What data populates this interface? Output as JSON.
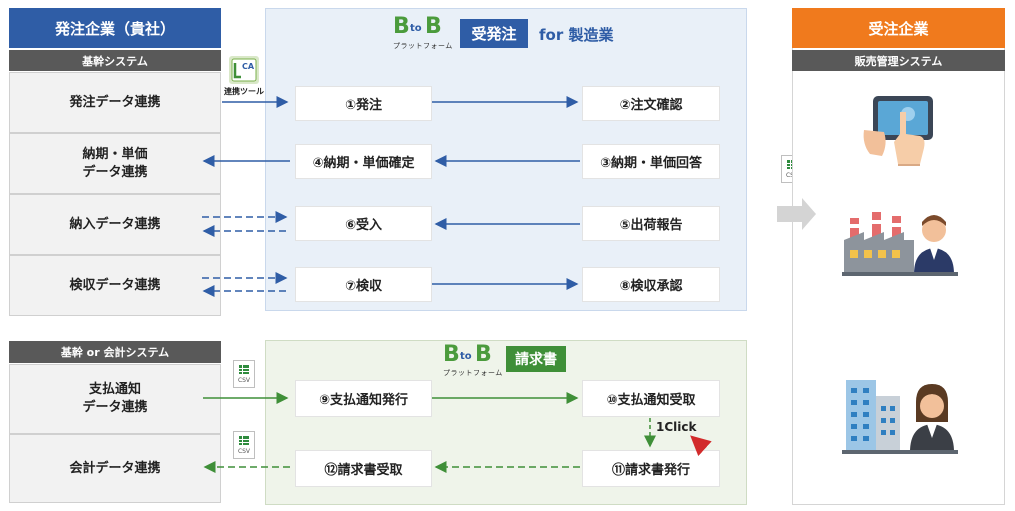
{
  "left": {
    "company_header": "発注企業（貴社）",
    "system1_header": "基幹システム",
    "rows1": [
      {
        "line1": "発注データ連携",
        "line2": ""
      },
      {
        "line1": "納期・単価",
        "line2": "データ連携"
      },
      {
        "line1": "納入データ連携",
        "line2": ""
      },
      {
        "line1": "検収データ連携",
        "line2": ""
      }
    ],
    "system2_header": "基幹 or 会計システム",
    "rows2": [
      {
        "line1": "支払通知",
        "line2": "データ連携"
      },
      {
        "line1": "会計データ連携",
        "line2": ""
      }
    ]
  },
  "tool": {
    "icon_text": "CA",
    "label": "連携ツール"
  },
  "center_top": {
    "logo_b1": "B",
    "logo_to": "to",
    "logo_b2": "B",
    "logo_sub": "プラットフォーム",
    "badge": "受発注",
    "suffix": "for 製造業",
    "steps_left": [
      "①発注",
      "④納期・単価確定",
      "⑥受入",
      "⑦検収"
    ],
    "steps_right": [
      "②注文確認",
      "③納期・単価回答",
      "⑤出荷報告",
      "⑧検収承認"
    ]
  },
  "center_bottom": {
    "logo_b1": "B",
    "logo_to": "to",
    "logo_b2": "B",
    "logo_sub": "プラットフォーム",
    "badge": "請求書",
    "steps_left": [
      "⑨支払通知発行",
      "⑫請求書受取"
    ],
    "steps_right": [
      "⑩支払通知受取",
      "⑪請求書発行"
    ],
    "one_click": "1Click"
  },
  "csv_label": "CSV",
  "right": {
    "company_header": "受注企業",
    "system_header": "販売管理システム",
    "icons": [
      "tablet-touch-icon",
      "factory-worker-icon",
      "office-worker-icon"
    ]
  },
  "colors": {
    "blue": "#2f5da6",
    "green": "#3f8f38",
    "orange": "#f07a1d",
    "gray": "#595959"
  }
}
